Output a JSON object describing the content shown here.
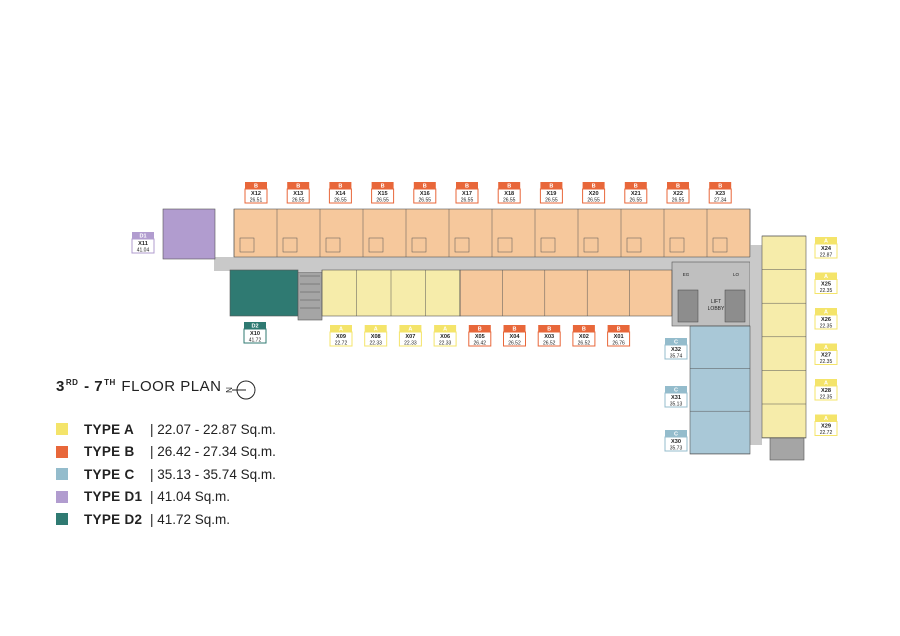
{
  "title": {
    "main": "3",
    "sup1": "RD",
    "dash": " - 7",
    "sup2": "TH",
    "rest": " FLOOR PLAN"
  },
  "north_label": "N",
  "legend": [
    {
      "type": "TYPE A",
      "area": "| 22.07 - 22.87 Sq.m.",
      "color": "#f4e46a"
    },
    {
      "type": "TYPE B",
      "area": "| 26.42 - 27.34 Sq.m.",
      "color": "#e8673a"
    },
    {
      "type": "TYPE C",
      "area": "| 35.13 - 35.74 Sq.m.",
      "color": "#94bccc"
    },
    {
      "type": "TYPE D1",
      "area": "| 41.04 Sq.m.",
      "color": "#b19ccf"
    },
    {
      "type": "TYPE D2",
      "area": "| 41.72  Sq.m.",
      "color": "#2f7a72"
    }
  ],
  "tag_colors": {
    "A": "#f4e46a",
    "B": "#e8673a",
    "C": "#94bccc",
    "D1": "#b19ccf",
    "D2": "#2f7a72"
  },
  "top_units": [
    {
      "type": "B",
      "code": "X12",
      "area": "26.51"
    },
    {
      "type": "B",
      "code": "X13",
      "area": "26.55"
    },
    {
      "type": "B",
      "code": "X14",
      "area": "26.55"
    },
    {
      "type": "B",
      "code": "X15",
      "area": "26.55"
    },
    {
      "type": "B",
      "code": "X16",
      "area": "26.55"
    },
    {
      "type": "B",
      "code": "X17",
      "area": "26.55"
    },
    {
      "type": "B",
      "code": "X18",
      "area": "26.55"
    },
    {
      "type": "B",
      "code": "X19",
      "area": "26.55"
    },
    {
      "type": "B",
      "code": "X20",
      "area": "26.55"
    },
    {
      "type": "B",
      "code": "X21",
      "area": "26.55"
    },
    {
      "type": "B",
      "code": "X22",
      "area": "26.55"
    },
    {
      "type": "B",
      "code": "X23",
      "area": "27.34"
    }
  ],
  "bottom_units": [
    {
      "type": "A",
      "code": "X09",
      "area": "22.72"
    },
    {
      "type": "A",
      "code": "X08",
      "area": "22.33"
    },
    {
      "type": "A",
      "code": "X07",
      "area": "22.33"
    },
    {
      "type": "A",
      "code": "X06",
      "area": "22.33"
    },
    {
      "type": "B",
      "code": "X05",
      "area": "26.42"
    },
    {
      "type": "B",
      "code": "X04",
      "area": "26.52"
    },
    {
      "type": "B",
      "code": "X03",
      "area": "26.52"
    },
    {
      "type": "B",
      "code": "X02",
      "area": "26.52"
    },
    {
      "type": "B",
      "code": "X01",
      "area": "26.76"
    }
  ],
  "right_units": [
    {
      "type": "A",
      "code": "X24",
      "area": "22.87"
    },
    {
      "type": "A",
      "code": "X25",
      "area": "22.35"
    },
    {
      "type": "A",
      "code": "X26",
      "area": "22.35"
    },
    {
      "type": "A",
      "code": "X27",
      "area": "22.35"
    },
    {
      "type": "A",
      "code": "X28",
      "area": "22.35"
    },
    {
      "type": "A",
      "code": "X29",
      "area": "22.72"
    }
  ],
  "c_units": [
    {
      "type": "C",
      "code": "X32",
      "area": "35.74"
    },
    {
      "type": "C",
      "code": "X31",
      "area": "35.13"
    },
    {
      "type": "C",
      "code": "X30",
      "area": "35.73"
    }
  ],
  "d1_unit": {
    "type": "D1",
    "code": "X11",
    "area": "41.04"
  },
  "d2_unit": {
    "type": "D2",
    "code": "X10",
    "area": "41.72"
  },
  "core_labels": {
    "lift": "LIFT",
    "lobby": "LOBBY",
    "eg": "EG",
    "lo": "LO"
  }
}
